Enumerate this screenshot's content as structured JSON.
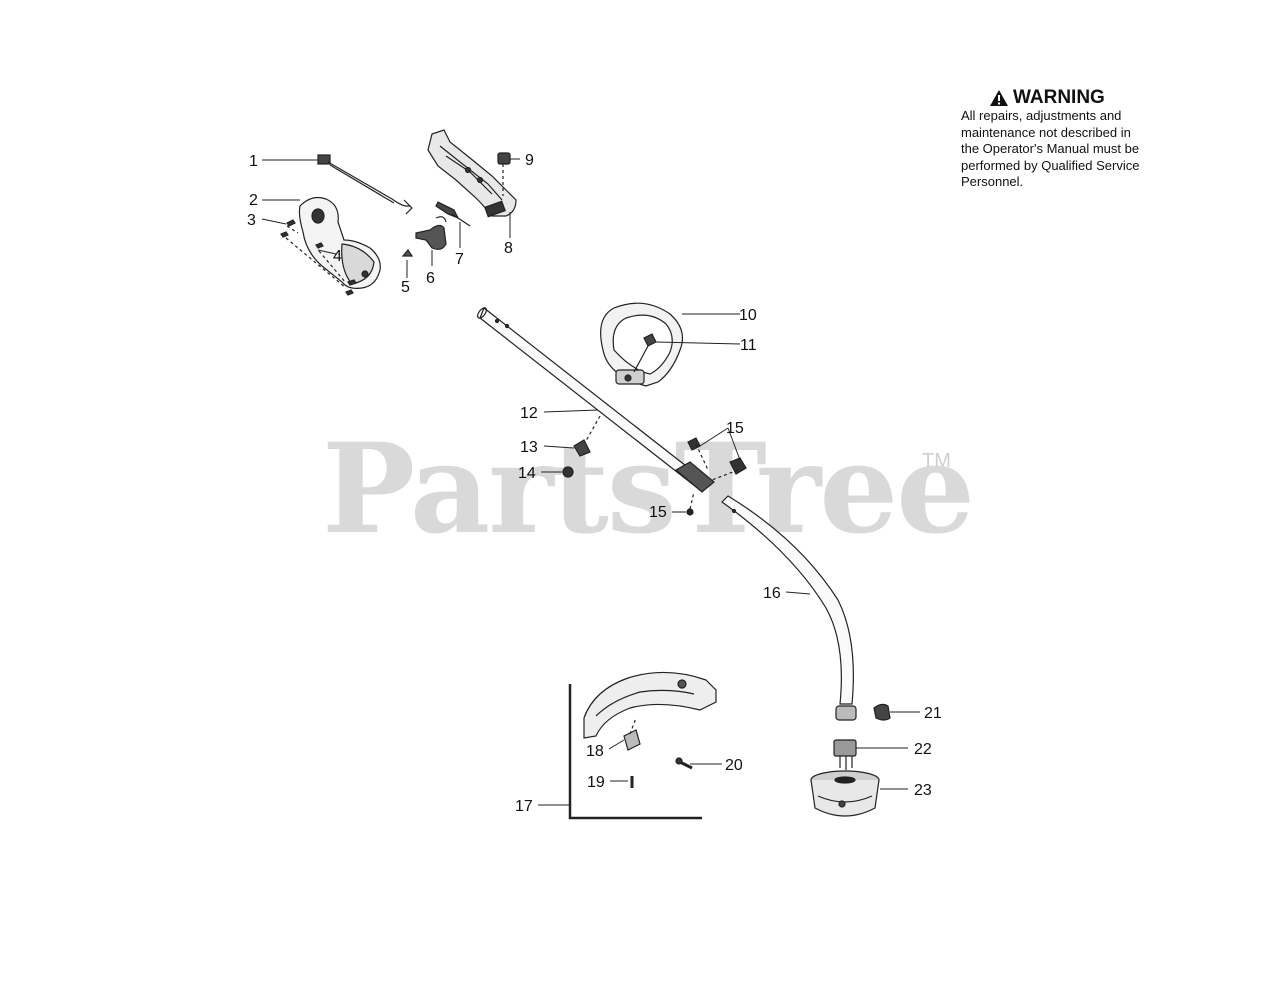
{
  "warning": {
    "icon": "warning-triangle-icon",
    "title": "WARNING",
    "lines": [
      "All repairs, adjustments and",
      "maintenance not described in",
      "the Operator's Manual must be",
      "performed by Qualified Service",
      "Personnel."
    ]
  },
  "watermark": {
    "text": "PartsTree",
    "tm": "TM"
  },
  "callouts": [
    {
      "id": "1",
      "text": "1"
    },
    {
      "id": "2",
      "text": "2"
    },
    {
      "id": "3",
      "text": "3"
    },
    {
      "id": "4",
      "text": "4"
    },
    {
      "id": "5",
      "text": "5"
    },
    {
      "id": "6",
      "text": "6"
    },
    {
      "id": "7",
      "text": "7"
    },
    {
      "id": "8",
      "text": "8"
    },
    {
      "id": "9",
      "text": "9"
    },
    {
      "id": "10",
      "text": "10"
    },
    {
      "id": "11",
      "text": "11"
    },
    {
      "id": "12",
      "text": "12"
    },
    {
      "id": "13",
      "text": "13"
    },
    {
      "id": "14",
      "text": "14"
    },
    {
      "id": "15a",
      "text": "15"
    },
    {
      "id": "15b",
      "text": "15"
    },
    {
      "id": "16",
      "text": "16"
    },
    {
      "id": "17",
      "text": "17"
    },
    {
      "id": "18",
      "text": "18"
    },
    {
      "id": "19",
      "text": "19"
    },
    {
      "id": "20",
      "text": "20"
    },
    {
      "id": "21",
      "text": "21"
    },
    {
      "id": "22",
      "text": "22"
    },
    {
      "id": "23",
      "text": "23"
    }
  ]
}
